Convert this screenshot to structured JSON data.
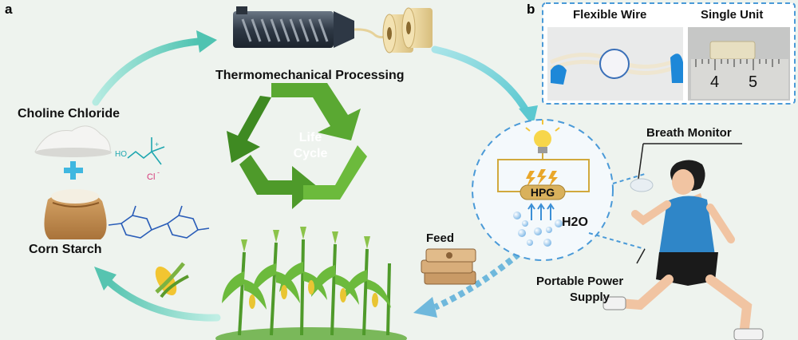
{
  "panels": {
    "a": "a",
    "b": "b"
  },
  "processing": {
    "label": "Thermomechanical Processing"
  },
  "materials": {
    "choline_label": "Choline Chloride",
    "starch_label": "Corn Starch",
    "plus": "+",
    "formula_cl": "Cl",
    "formula_charge": "-",
    "formula_nplus": "+",
    "formula_oh": "HO"
  },
  "cycle": {
    "line1": "Life",
    "line2": "Cycle"
  },
  "device": {
    "hpg": "HPG",
    "water": "H2O"
  },
  "applications": {
    "breath": "Breath Monitor",
    "power_line1": "Portable Power",
    "power_line2": "Supply",
    "feed": "Feed"
  },
  "photos": {
    "wire": "Flexible Wire",
    "unit": "Single Unit",
    "tick4": "4",
    "tick5": "5"
  },
  "colors": {
    "background": "#eef3ee",
    "arrow_teal": "#7fd6c9",
    "recycle_green": "#5aa832",
    "recycle_dark": "#3f8a22",
    "dashed_blue": "#4a9ad8",
    "hpg_gold": "#d9b15c",
    "shirt_blue": "#2f86c8"
  }
}
